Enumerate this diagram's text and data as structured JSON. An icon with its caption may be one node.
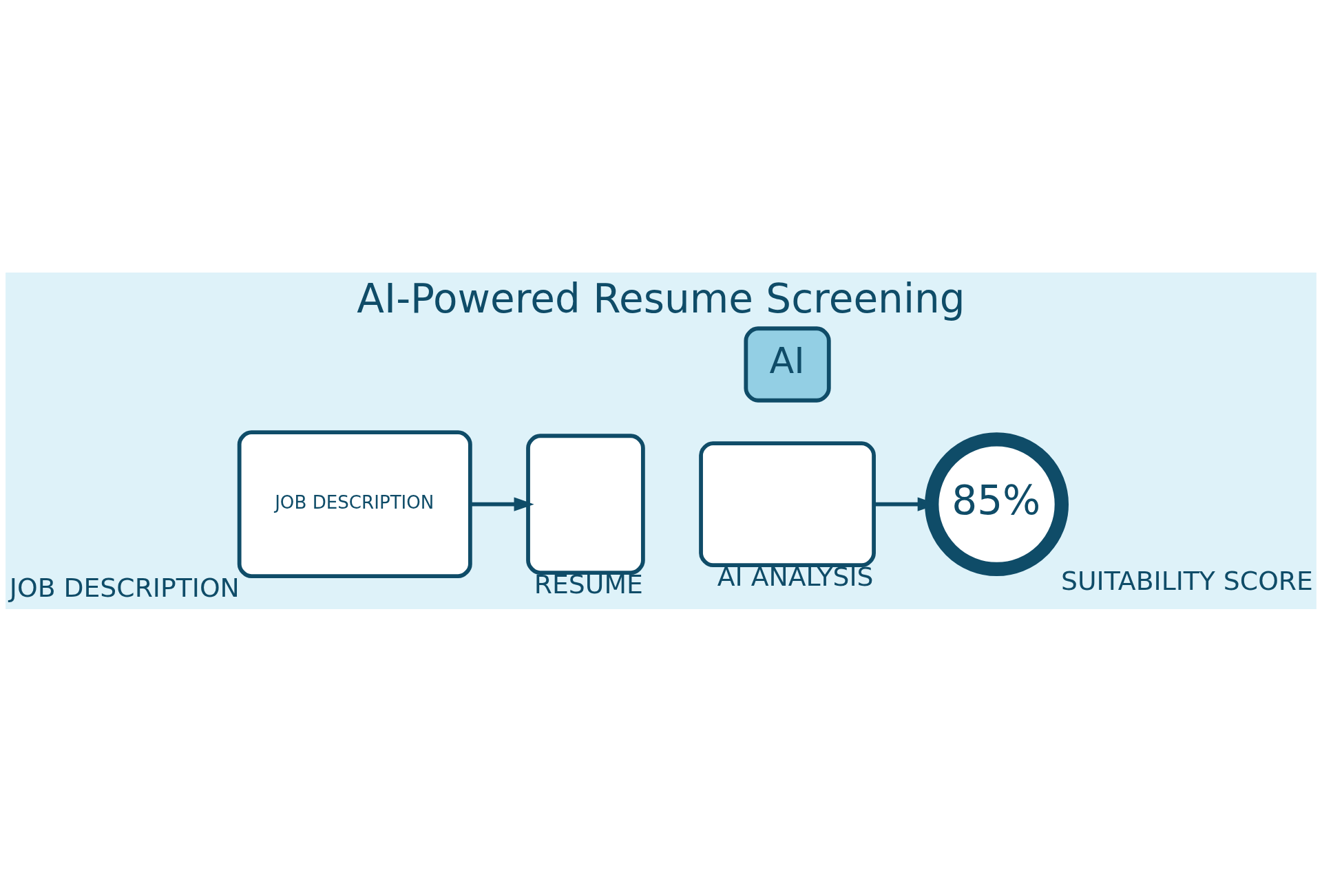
{
  "diagram": {
    "title": "AI-Powered Resume Screening",
    "nodes": [
      {
        "text": [
          "JOB DESCRIPTION"
        ],
        "beside": [
          "JOB DESCRIPTION"
        ]
      },
      {
        "text": [],
        "shape": "box",
        "beside": [
          "RESUME"
        ]
      },
      {
        "text": [
          "AI"
        ]
      },
      {
        "text": [],
        "shape": "box",
        "beside": [
          "AI ANALYSIS"
        ]
      },
      {
        "text": [
          "85%"
        ],
        "beside": [
          "SUITABILITY SCORE"
        ]
      }
    ],
    "edges": [
      {
        "from": 0,
        "to": 1,
        "arrow": "to"
      },
      {
        "from": 3,
        "to": 4,
        "arrow": "to"
      }
    ]
  }
}
